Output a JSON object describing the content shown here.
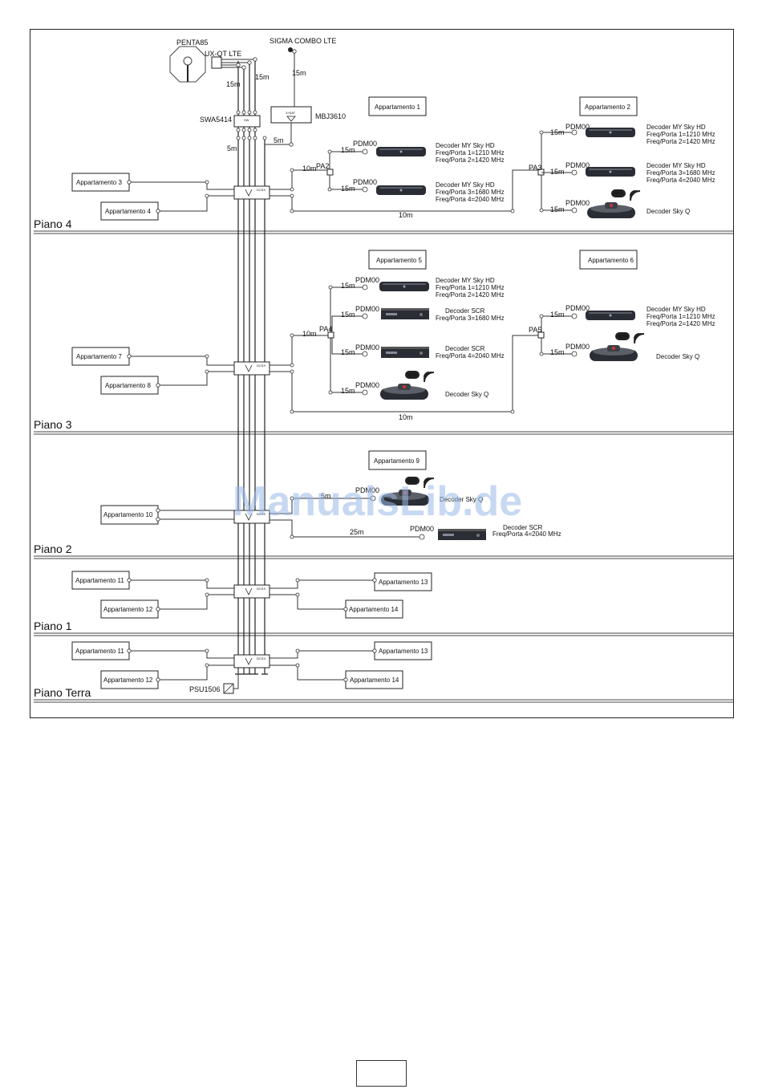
{
  "floors": [
    {
      "id": "p4",
      "label": "Piano 4"
    },
    {
      "id": "p3",
      "label": "Piano 3"
    },
    {
      "id": "p2",
      "label": "Piano 2"
    },
    {
      "id": "p1",
      "label": "Piano 1"
    },
    {
      "id": "pt",
      "label": "Piano Terra"
    }
  ],
  "head": {
    "antenna": "PENTA85",
    "lnb": "UX-QT LTE",
    "sigma": "SIGMA COMBO LTE",
    "switch": "SWA5414",
    "amp": "MBJ3610",
    "amp_inner": "3+SAT",
    "switch_inner": "SW",
    "psu": "PSU1506",
    "len_15a": "15m",
    "len_15b": "15m",
    "len_15c": "15m",
    "len_5a": "5m",
    "len_5b": "5m"
  },
  "piano4": {
    "app1": "Appartamento 1",
    "app2": "Appartamento 2",
    "app3": "Appartamento 3",
    "app4": "Appartamento 4",
    "pa2": "PA2",
    "pa3": "PA3",
    "len_10m_a": "10m",
    "len_10m_b": "10m",
    "pdm": "PDM00",
    "len15": "15m",
    "d1_l1": "Decoder MY Sky HD",
    "d1_l2": "Freq/Porta 1=1210 MHz",
    "d1_l3": "Freq/Porta 2=1420 MHz",
    "d2_l1": "Decoder MY Sky HD",
    "d2_l2": "Freq/Porta 3=1680 MHz",
    "d2_l3": "Freq/Porta 4=2040 MHz",
    "d3_l1": "Decoder MY Sky HD",
    "d3_l2": "Freq/Porta 1=1210 MHz",
    "d3_l3": "Freq/Porta 2=1420 MHz",
    "d4_l1": "Decoder MY Sky HD",
    "d4_l2": "Freq/Porta 3=1680 MHz",
    "d4_l3": "Freq/Porta 4=2040 MHz",
    "d5_l1": "Decoder Sky Q"
  },
  "piano3": {
    "app5": "Appartamento 5",
    "app6": "Appartamento 6",
    "app7": "Appartamento 7",
    "app8": "Appartamento 8",
    "pa4": "PA4",
    "pa5": "PA5",
    "len_10m_a": "10m",
    "len_10m_b": "10m",
    "pdm": "PDM00",
    "len15": "15m",
    "d1_l1": "Decoder MY Sky HD",
    "d1_l2": "Freq/Porta 1=1210 MHz",
    "d1_l3": "Freq/Porta 2=1420 MHz",
    "d2_l1": "Decoder SCR",
    "d2_l2": "Freq/Porta 3=1680 MHz",
    "d3_l1": "Decoder SCR",
    "d3_l2": "Freq/Porta 4=2040 MHz",
    "d4_l1": "Decoder Sky Q",
    "d5_l1": "Decoder MY Sky HD",
    "d5_l2": "Freq/Porta 1=1210 MHz",
    "d5_l3": "Freq/Porta 2=1420 MHz",
    "d6_l1": "Decoder Sky Q"
  },
  "piano2": {
    "app9": "Appartamento 9",
    "app10": "Appartamento 10",
    "pdm": "PDM00",
    "len_5m": "5m",
    "len_25m": "25m",
    "d1_l1": "Decoder Sky Q",
    "d2_l1": "Decoder SCR",
    "d2_l2": "Freq/Porta 4=2040 MHz"
  },
  "piano1": {
    "app11": "Appartamento 11",
    "app12": "Appartamento 12",
    "app13": "Appartamento 13",
    "app14": "Appartamento 14"
  },
  "pianoterra": {
    "app11": "Appartamento 11",
    "app12": "Appartamento 12",
    "app13": "Appartamento 13",
    "app14": "Appartamento 14"
  },
  "splitter_label": "DCSX",
  "wifi_label": "Wi Fi",
  "watermark": "ManualsLib.de",
  "colors": {
    "watermark": "#9bb9e8",
    "line": "#333333",
    "decoder": "#2a2d33"
  }
}
